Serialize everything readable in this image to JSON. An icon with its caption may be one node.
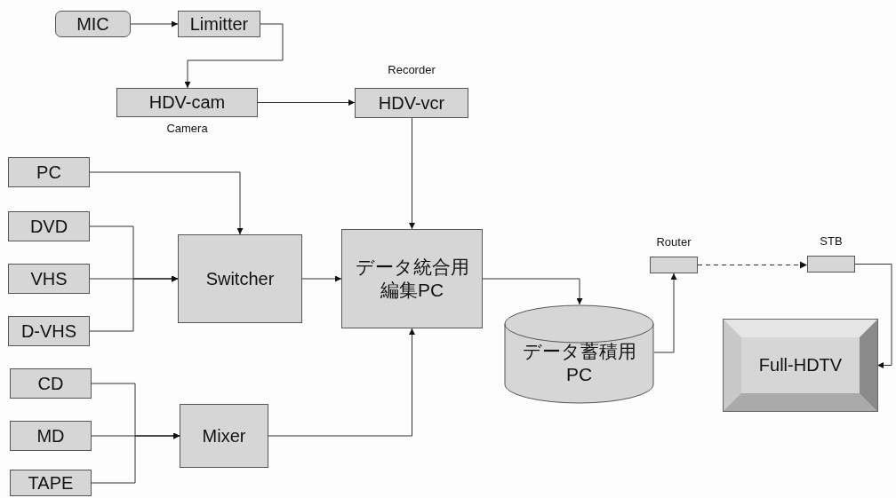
{
  "diagram": {
    "nodes": [
      {
        "text": [
          "MIC"
        ]
      },
      {
        "text": [
          "Limitter"
        ]
      },
      {
        "text": [
          "HDV-cam"
        ],
        "beside": [
          "Camera"
        ]
      },
      {
        "text": [
          "HDV-vcr"
        ],
        "beside": [
          "Recorder"
        ]
      },
      {
        "text": [
          "PC"
        ]
      },
      {
        "text": [
          "DVD"
        ]
      },
      {
        "text": [
          "VHS"
        ]
      },
      {
        "text": [
          "D-VHS"
        ]
      },
      {
        "text": [
          "Switcher"
        ]
      },
      {
        "text": [
          "データ統合用編集PC"
        ]
      },
      {
        "text": [
          "CD"
        ]
      },
      {
        "text": [
          "MD"
        ]
      },
      {
        "text": [
          "TAPE"
        ]
      },
      {
        "text": [
          "Mixer"
        ]
      },
      {
        "text": [],
        "shape": "box",
        "beside": [
          "Router"
        ]
      },
      {
        "text": [],
        "shape": "box",
        "beside": [
          "STB"
        ]
      },
      {
        "text": [
          "データ蓄積用PC"
        ]
      },
      {
        "text": [
          "Full-HDTV"
        ]
      }
    ],
    "edges": [
      {
        "from": 0,
        "to": 1,
        "arrow": "to"
      },
      {
        "from": 1,
        "to": 2,
        "arrow": "to"
      },
      {
        "from": 2,
        "to": 3,
        "arrow": "to"
      },
      {
        "from": 3,
        "to": 9,
        "arrow": "to"
      },
      {
        "from": 4,
        "to": 8,
        "arrow": "to"
      },
      {
        "from": 5,
        "to": 8,
        "arrow": "to"
      },
      {
        "from": 6,
        "to": 8,
        "arrow": "to"
      },
      {
        "from": 7,
        "to": 8,
        "arrow": "to"
      },
      {
        "from": 8,
        "to": 9,
        "arrow": "to"
      },
      {
        "from": 13,
        "to": 9,
        "arrow": "to"
      },
      {
        "from": 10,
        "to": 13,
        "arrow": "to"
      },
      {
        "from": 11,
        "to": 13,
        "arrow": "to"
      },
      {
        "from": 12,
        "to": 13,
        "arrow": "to"
      },
      {
        "from": 9,
        "to": 16,
        "arrow": "to"
      },
      {
        "from": 16,
        "to": 14,
        "arrow": "to"
      },
      {
        "from": 14,
        "to": 15,
        "arrow": "to",
        "style": "dashed"
      },
      {
        "from": 15,
        "to": 17,
        "arrow": "to"
      }
    ]
  }
}
